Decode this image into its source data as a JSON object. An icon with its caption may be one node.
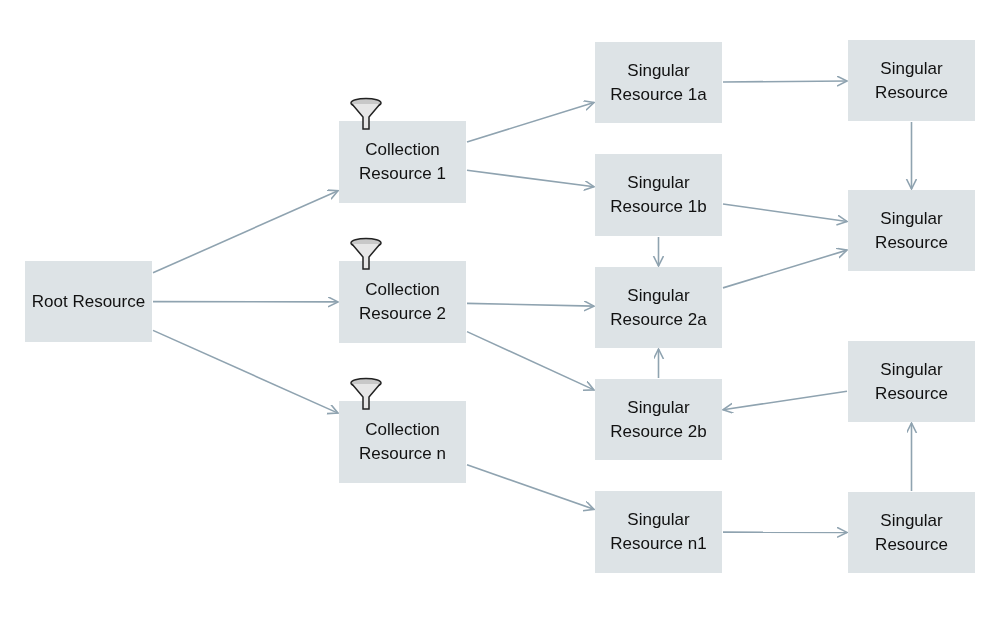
{
  "diagram": {
    "nodes": [
      {
        "text": [
          "Root Resource"
        ]
      },
      {
        "text": [
          "Collection Resource 1"
        ]
      },
      {
        "text": [
          "Collection Resource 2"
        ]
      },
      {
        "text": [
          "Collection Resource n"
        ]
      },
      {
        "text": [
          "Singular Resource 1a"
        ]
      },
      {
        "text": [
          "Singular Resource 1b"
        ]
      },
      {
        "text": [
          "Singular Resource 2a"
        ]
      },
      {
        "text": [
          "Singular Resource 2b"
        ]
      },
      {
        "text": [
          "Singular Resource n1"
        ]
      },
      {
        "text": [
          "Singular Resource"
        ]
      },
      {
        "text": [
          "Singular Resource"
        ]
      },
      {
        "text": [
          "Singular Resource"
        ]
      },
      {
        "text": [
          "Singular Resource"
        ]
      }
    ],
    "edges": [
      {
        "from": 0,
        "to": 1,
        "arrow": "to"
      },
      {
        "from": 0,
        "to": 2,
        "arrow": "to"
      },
      {
        "from": 0,
        "to": 3,
        "arrow": "to"
      },
      {
        "from": 1,
        "to": 4,
        "arrow": "to"
      },
      {
        "from": 1,
        "to": 5,
        "arrow": "to"
      },
      {
        "from": 2,
        "to": 6,
        "arrow": "to"
      },
      {
        "from": 2,
        "to": 7,
        "arrow": "to"
      },
      {
        "from": 3,
        "to": 8,
        "arrow": "to"
      },
      {
        "from": 4,
        "to": 9,
        "arrow": "to"
      },
      {
        "from": 9,
        "to": 10,
        "arrow": "to"
      },
      {
        "from": 5,
        "to": 10,
        "arrow": "to"
      },
      {
        "from": 6,
        "to": 10,
        "arrow": "to"
      },
      {
        "from": 5,
        "to": 6,
        "arrow": "to"
      },
      {
        "from": 7,
        "to": 6,
        "arrow": "to"
      },
      {
        "from": 11,
        "to": 7,
        "arrow": "to"
      },
      {
        "from": 8,
        "to": 12,
        "arrow": "to"
      },
      {
        "from": 12,
        "to": 11,
        "arrow": "to"
      }
    ]
  }
}
